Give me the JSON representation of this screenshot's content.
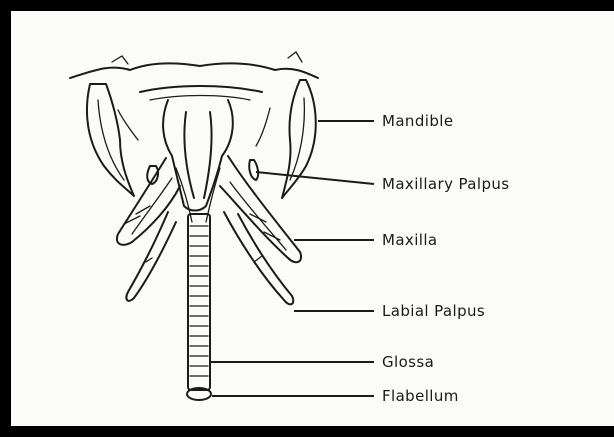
{
  "labels": {
    "mandible": "Mandible",
    "maxillary_palpus": "Maxillary Palpus",
    "maxilla": "Maxilla",
    "labial_palpus": "Labial Palpus",
    "glossa": "Glossa",
    "flabellum": "Flabellum"
  }
}
